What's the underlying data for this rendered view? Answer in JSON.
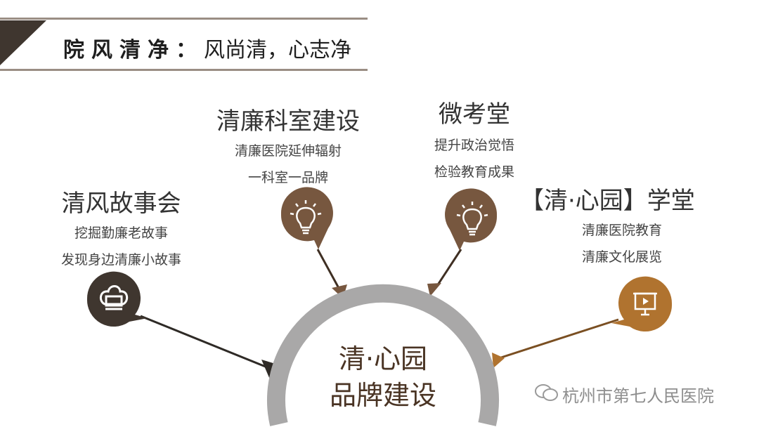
{
  "header": {
    "title_main": "院风清净：",
    "title_sub": "风尚清，心志净"
  },
  "center": {
    "line1": "清·心园",
    "line2": "品牌建设"
  },
  "branches": [
    {
      "title": "清风故事会",
      "lines": [
        "挖掘勤廉老故事",
        "发现身边清廉小故事"
      ],
      "icon": "chef-hat-icon",
      "color": "#4a3c33"
    },
    {
      "title": "清廉科室建设",
      "lines": [
        "清廉医院延伸辐射",
        "一科室一品牌"
      ],
      "icon": "lightbulb-icon",
      "color": "#77573f"
    },
    {
      "title": "微考堂",
      "lines": [
        "提升政治觉悟",
        "检验教育成果"
      ],
      "icon": "lightbulb-icon",
      "color": "#77573f"
    },
    {
      "title": "【清·心园】学堂",
      "lines": [
        "清廉医院教育",
        "清廉文化展览"
      ],
      "icon": "presentation-icon",
      "color": "#b0732f"
    }
  ],
  "watermark": {
    "text": "杭州市第七人民医院",
    "icon": "wechat-icon"
  },
  "colors": {
    "ring": "#a9a8a8",
    "accent_dark": "#3f362f"
  }
}
